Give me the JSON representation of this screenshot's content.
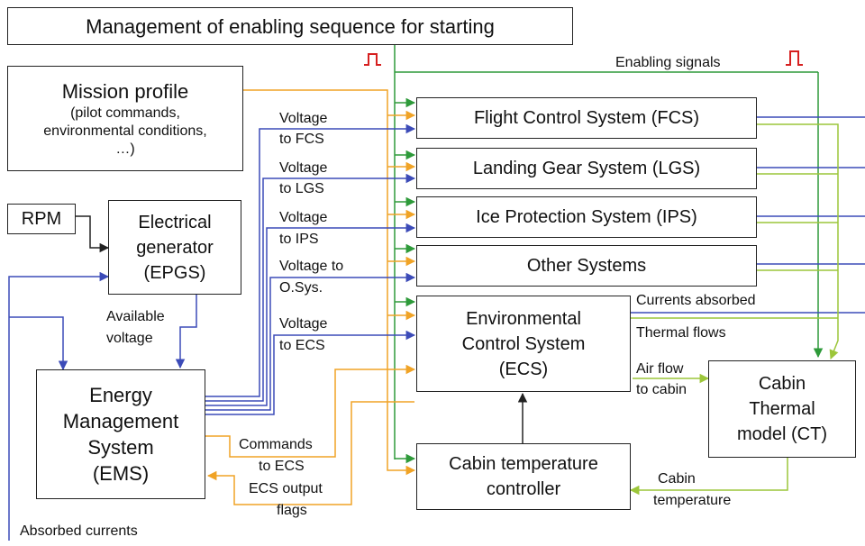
{
  "header": "Management of enabling sequence for starting",
  "mission": {
    "title": "Mission profile",
    "detail": [
      "(pilot commands,",
      "environmental conditions,",
      "…)"
    ]
  },
  "rpm": "RPM",
  "epgs": [
    "Electrical",
    "generator",
    "(EPGS)"
  ],
  "ems": [
    "Energy",
    "Management",
    "System",
    "(EMS)"
  ],
  "systems": {
    "fcs": "Flight Control System (FCS)",
    "lgs": "Landing Gear System (LGS)",
    "ips": "Ice Protection System (IPS)",
    "other": "Other Systems",
    "ecs": [
      "Environmental",
      "Control System",
      "(ECS)"
    ]
  },
  "controller": [
    "Cabin temperature",
    "controller"
  ],
  "cabin_model": [
    "Cabin",
    "Thermal",
    "model (CT)"
  ],
  "labels": {
    "enabling_signals": "Enabling signals",
    "voltage_fcs": [
      "Voltage",
      "to FCS"
    ],
    "voltage_lgs": [
      "Voltage",
      "to LGS"
    ],
    "voltage_ips": [
      "Voltage",
      "to IPS"
    ],
    "voltage_osys": [
      "Voltage to",
      "O.Sys."
    ],
    "voltage_ecs": [
      "Voltage",
      "to ECS"
    ],
    "available_voltage": [
      "Available",
      "voltage"
    ],
    "currents_absorbed": "Currents absorbed",
    "thermal_flows": "Thermal flows",
    "air_flow": [
      "Air flow",
      "to cabin"
    ],
    "commands_ecs": [
      "Commands",
      "to ECS"
    ],
    "ecs_flags": [
      "ECS output",
      "flags"
    ],
    "cabin_temperature": [
      "Cabin",
      "temperature"
    ],
    "absorbed_currents": "Absorbed currents"
  },
  "colors": {
    "voltage": "#3c4bb8",
    "enabling": "#2e9a3a",
    "mission": "#f0a326",
    "thermal": "#9cc63a",
    "pulse": "#d62020"
  }
}
